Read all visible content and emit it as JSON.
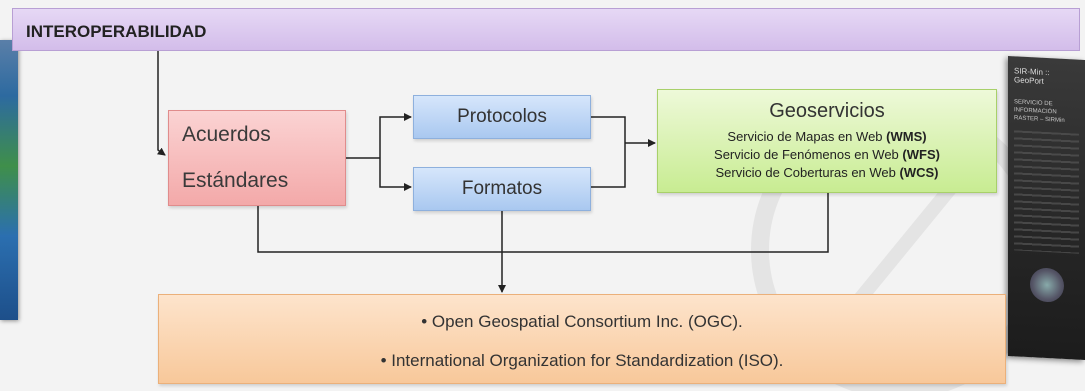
{
  "banner": {
    "title": "INTEROPERABILIDAD"
  },
  "acuerdos": {
    "line1": "Acuerdos",
    "line2": "Estándares"
  },
  "protocolos": {
    "label": "Protocolos"
  },
  "formatos": {
    "label": "Formatos"
  },
  "geoservicios": {
    "title": "Geoservicios",
    "items": [
      {
        "text": "Servicio de Mapas en Web ",
        "abbr": "(WMS)"
      },
      {
        "text": "Servicio de Fenómenos en Web ",
        "abbr": "(WFS)"
      },
      {
        "text": "Servicio de Coberturas en Web ",
        "abbr": "(WCS)"
      }
    ]
  },
  "organizations": [
    "• Open Geospatial Consortium Inc. (OGC).",
    "• International Organization for Standardization (ISO)."
  ],
  "right_thumbnail": {
    "title": "SIR-Min :: GeoPort",
    "text": "SERVICIO DE INFORMACIÓN RASTER – SIRMin"
  },
  "colors": {
    "banner": "#d3bdea",
    "acuerdos": "#f3a9a9",
    "blue_box": "#a9c8f0",
    "geoservicios": "#c8ec92",
    "orgs": "#f8c89a",
    "arrow": "#222222"
  }
}
